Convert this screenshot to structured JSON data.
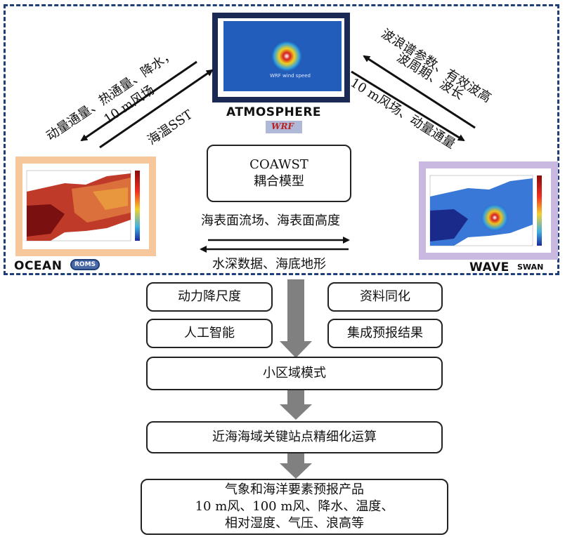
{
  "atmosphere": {
    "name": "ATMOSPHERE",
    "map_caption": "WRF wind speed",
    "logo_text": "WRF"
  },
  "ocean": {
    "name": "OCEAN",
    "badge": "ROMS"
  },
  "wave": {
    "name": "WAVE",
    "badge": "SWAN"
  },
  "coupling": {
    "line1": "COAWST",
    "line2": "耦合模型"
  },
  "exchange": {
    "atm_to_ocean_line1": "动量通量、热通量、降水，",
    "atm_to_ocean_line2": "10 m风场",
    "ocean_to_atm": "海温SST",
    "wave_to_atm_line1": "波浪谱参数、有效波高",
    "wave_to_atm_line2": "波周期、波长",
    "atm_to_wave": "10 m风场、动量通量",
    "ocean_to_wave": "海表面流场、海表面高度",
    "wave_to_ocean": "水深数据、海底地形"
  },
  "methods": {
    "dynamic_downscaling": "动力降尺度",
    "data_assimilation": "资料同化",
    "ai": "人工智能",
    "ensemble": "集成预报结果"
  },
  "flow": {
    "small_domain": "小区域模式",
    "station_compute": "近海海域关键站点精细化运算",
    "products_line1": "气象和海洋要素预报产品",
    "products_line2": "10 m风、100 m风、降水、温度、",
    "products_line3": "相对湿度、气压、浪高等"
  },
  "colors": {
    "frame": "#1f3f7a",
    "ocean_bg": "#f5c79a",
    "wave_bg": "#c9b8e0",
    "arrow_gray": "#808080"
  }
}
